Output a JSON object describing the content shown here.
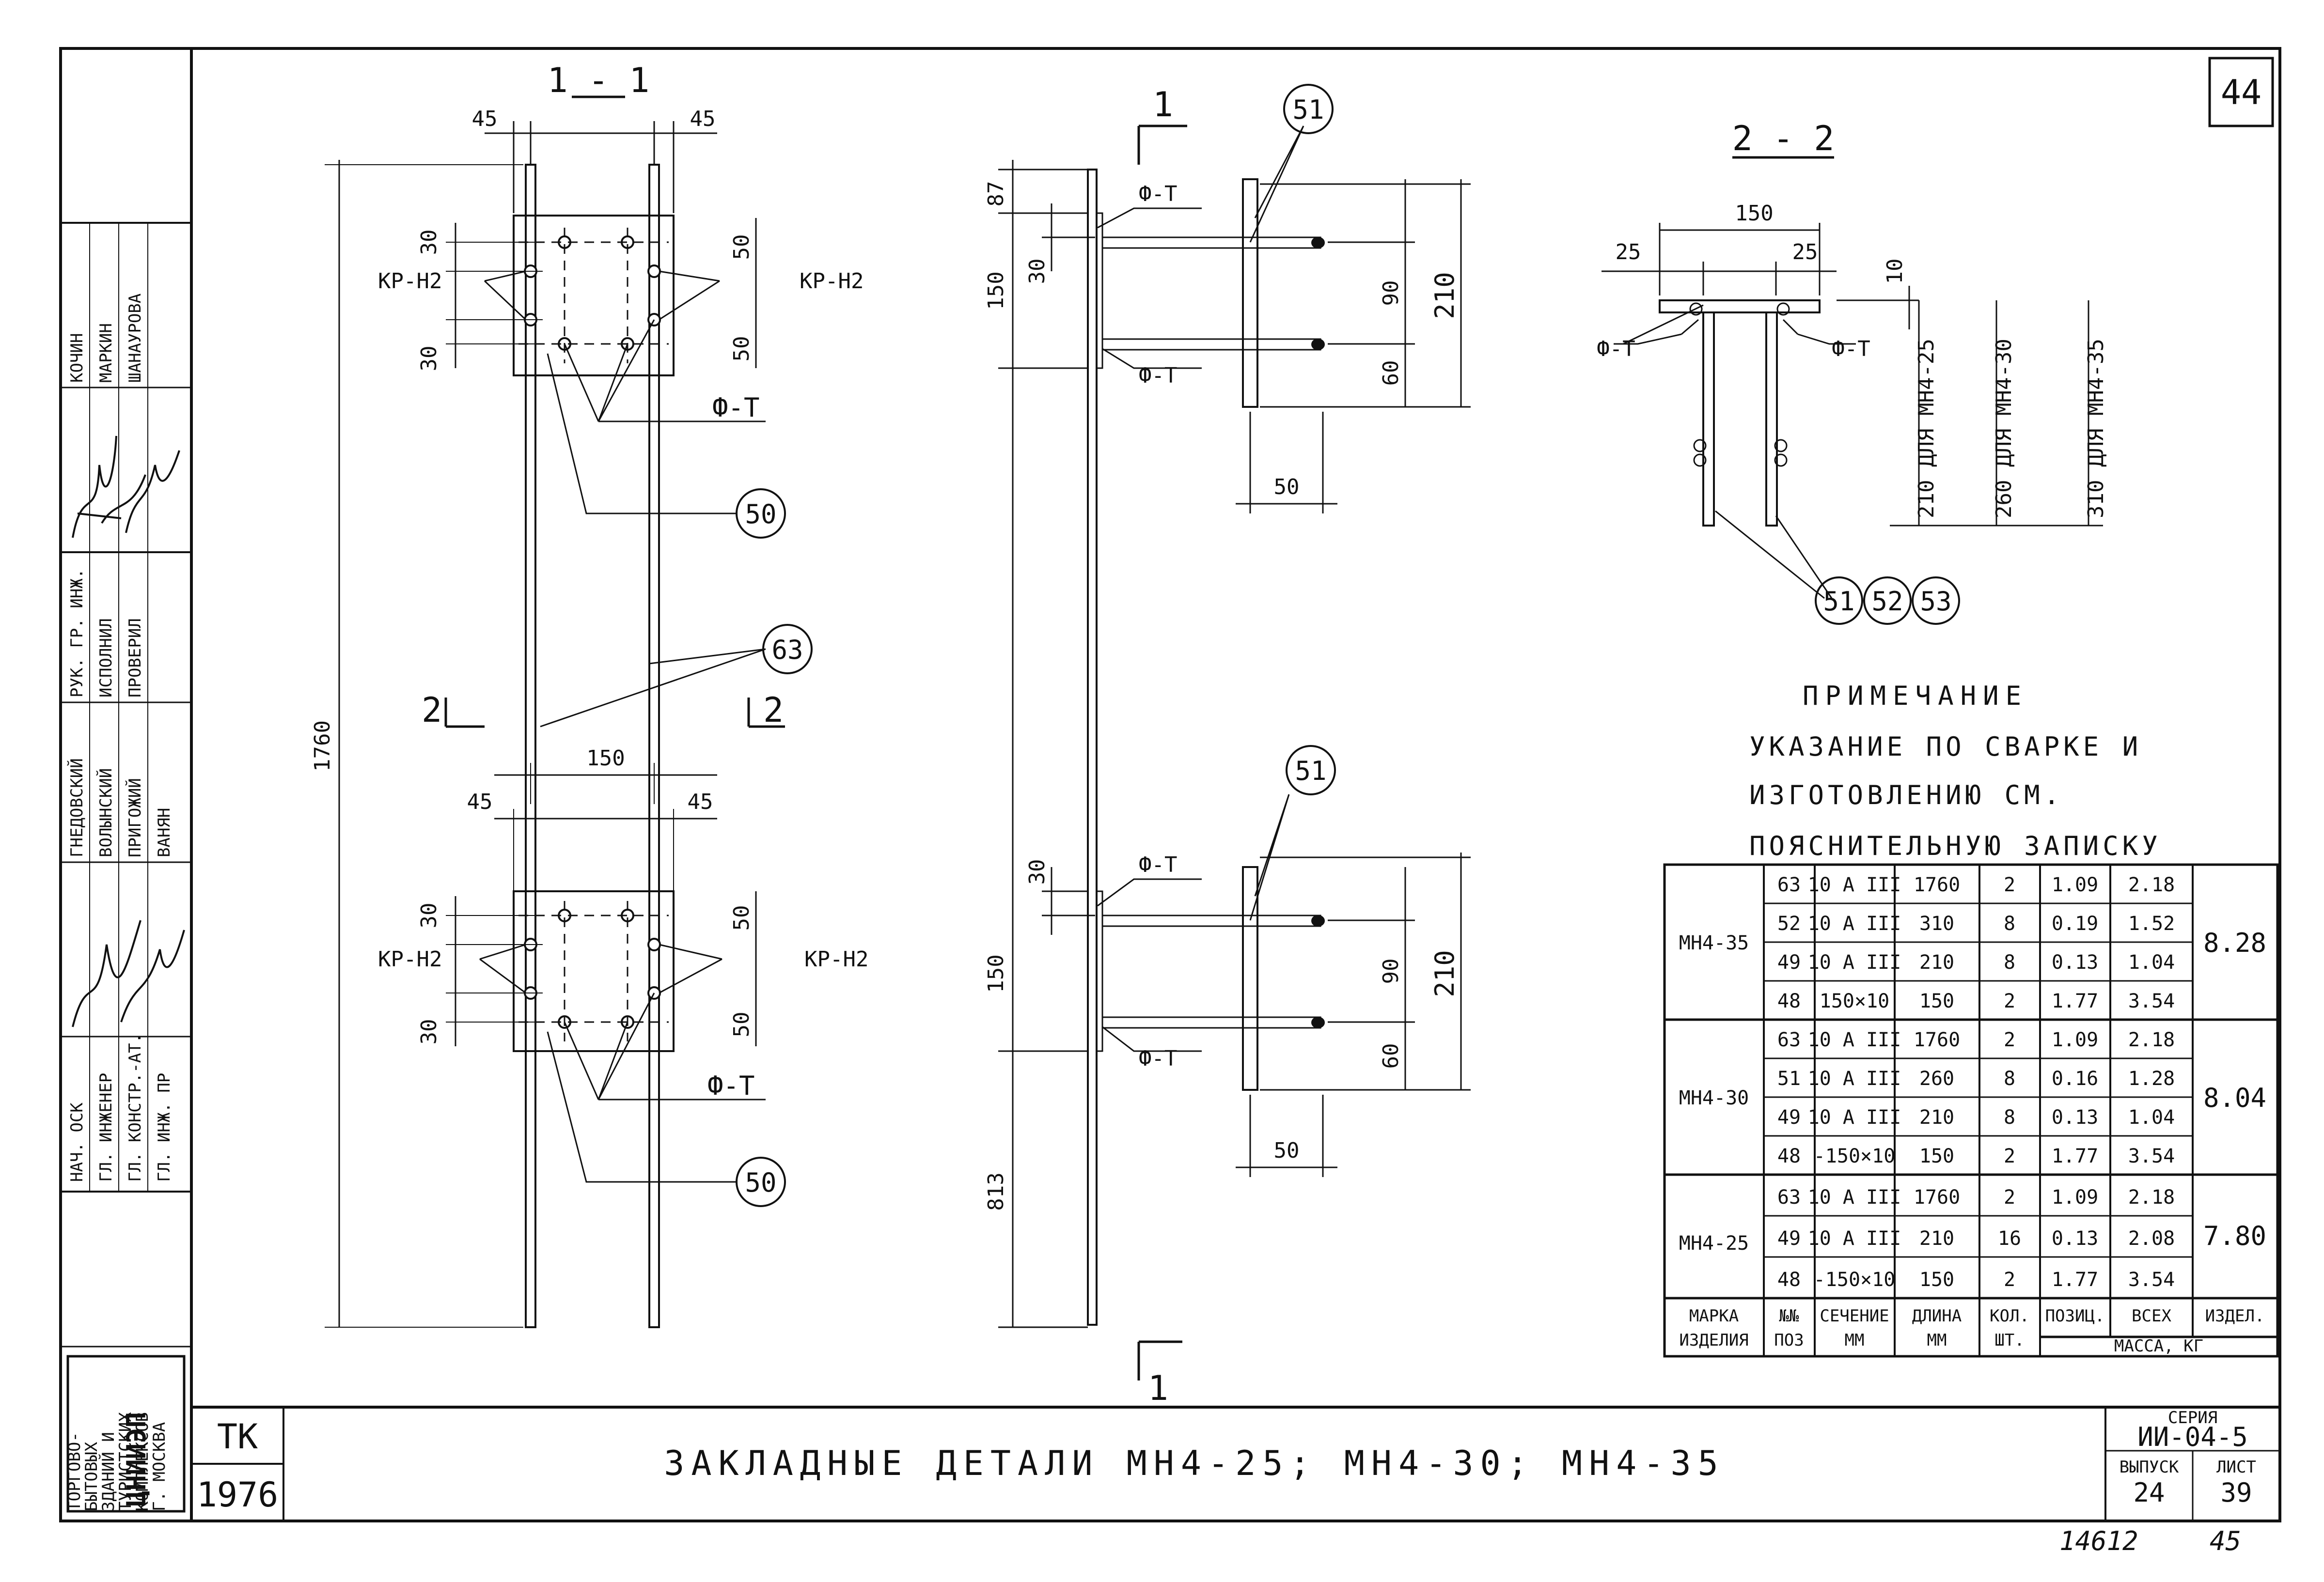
{
  "sheet": {
    "page_number": "44",
    "organization": [
      "ТОРГОВО-",
      "БЫТОВЫХ",
      "ЗДАНИЙ И",
      "ТУРИСТСКИХ",
      "КОМПЛЕКСОВ",
      "Г. МОСКВА"
    ],
    "org_logo": "ЦНИИЭП",
    "roles": [
      "НАЧ. ОСК",
      "ГЛ. ИНЖЕНЕР",
      "ГЛ. КОНСТР.-АТ.",
      "ГЛ. ИНЖ. ПР",
      "РУК. ГР. ИНЖ.",
      "ИСПОЛНИЛ",
      "ПРОВЕРИЛ"
    ],
    "names": [
      "ГНЕДОВСКИЙ",
      "ВОЛЫНСКИЙ",
      "ПРИГОЖИЙ",
      "ВАНЯН",
      "КОЧИН",
      "МАРКИН",
      "ШАНАУРОВА"
    ],
    "tk": "ТК",
    "year": "1976",
    "title": "ЗАКЛАДНЫЕ ДЕТАЛИ МН4-25; МН4-30; МН4-35",
    "series_label": "СЕРИЯ",
    "series": "ИИ-04-5",
    "issue_label": "ВЫПУСК",
    "issue": "24",
    "sheet_label": "ЛИСТ",
    "sheet_no": "39",
    "bottom_numbers": [
      "14612",
      "45"
    ]
  },
  "section_1_1": {
    "title": "1 - 1",
    "dims": {
      "d45": "45",
      "d30": "30",
      "d50": "50",
      "d150": "150",
      "d1760": "1760"
    },
    "labels": {
      "kr": "КР-Н2",
      "ft": "Ф-Т"
    },
    "cut_mark": "2",
    "callouts": [
      "50",
      "63",
      "50"
    ]
  },
  "side_view": {
    "cut_mark": "1",
    "dims": {
      "d87": "87",
      "d150": "150",
      "d30": "30",
      "d90": "90",
      "d60": "60",
      "d210": "210",
      "d50": "50",
      "d813": "813"
    },
    "labels": {
      "ft": "Ф-Т"
    },
    "callouts": [
      "51",
      "51"
    ]
  },
  "section_2_2": {
    "title": "2 - 2",
    "dims": {
      "d150": "150",
      "d25": "25",
      "d10": "10"
    },
    "labels": {
      "ft": "Ф-Т",
      "l1": "210 ДЛЯ МН4-25",
      "l2": "260 ДЛЯ МН4-30",
      "l3": "310 ДЛЯ МН4-35"
    },
    "callouts": [
      "51",
      "52",
      "53"
    ]
  },
  "note": {
    "title": "ПРИМЕЧАНИЕ",
    "lines": [
      "УКАЗАНИЕ ПО СВАРКЕ И",
      "ИЗГОТОВЛЕНИЮ СМ.",
      "ПОЯСНИТЕЛЬНУЮ ЗАПИСКУ"
    ]
  },
  "table": {
    "headers": {
      "mark": [
        "МАРКА",
        "ИЗДЕЛИЯ"
      ],
      "pos": [
        "№№",
        "ПОЗ"
      ],
      "section": [
        "СЕЧЕНИЕ",
        "ММ"
      ],
      "length": [
        "ДЛИНА",
        "ММ"
      ],
      "qty": [
        "КОЛ.",
        "ШТ."
      ],
      "m_pos": "ПОЗИЦ.",
      "m_all": "ВСЕХ",
      "m_item": "ИЗДЕЛ.",
      "mass": "МАССА, КГ"
    },
    "groups": [
      {
        "mark": "МН4-35",
        "total": "8.28",
        "rows": [
          [
            "63",
            "10 А III",
            "1760",
            "2",
            "1.09",
            "2.18"
          ],
          [
            "52",
            "10 А III",
            "310",
            "8",
            "0.19",
            "1.52"
          ],
          [
            "49",
            "10 А III",
            "210",
            "8",
            "0.13",
            "1.04"
          ],
          [
            "48",
            "150×10",
            "150",
            "2",
            "1.77",
            "3.54"
          ]
        ]
      },
      {
        "mark": "МН4-30",
        "total": "8.04",
        "rows": [
          [
            "63",
            "10 А III",
            "1760",
            "2",
            "1.09",
            "2.18"
          ],
          [
            "51",
            "10 А III",
            "260",
            "8",
            "0.16",
            "1.28"
          ],
          [
            "49",
            "10 А III",
            "210",
            "8",
            "0.13",
            "1.04"
          ],
          [
            "48",
            "-150×10",
            "150",
            "2",
            "1.77",
            "3.54"
          ]
        ]
      },
      {
        "mark": "МН4-25",
        "total": "7.80",
        "rows": [
          [
            "63",
            "10 А III",
            "1760",
            "2",
            "1.09",
            "2.18"
          ],
          [
            "49",
            "10 А III",
            "210",
            "16",
            "0.13",
            "2.08"
          ],
          [
            "48",
            "-150×10",
            "150",
            "2",
            "1.77",
            "3.54"
          ]
        ]
      }
    ]
  }
}
